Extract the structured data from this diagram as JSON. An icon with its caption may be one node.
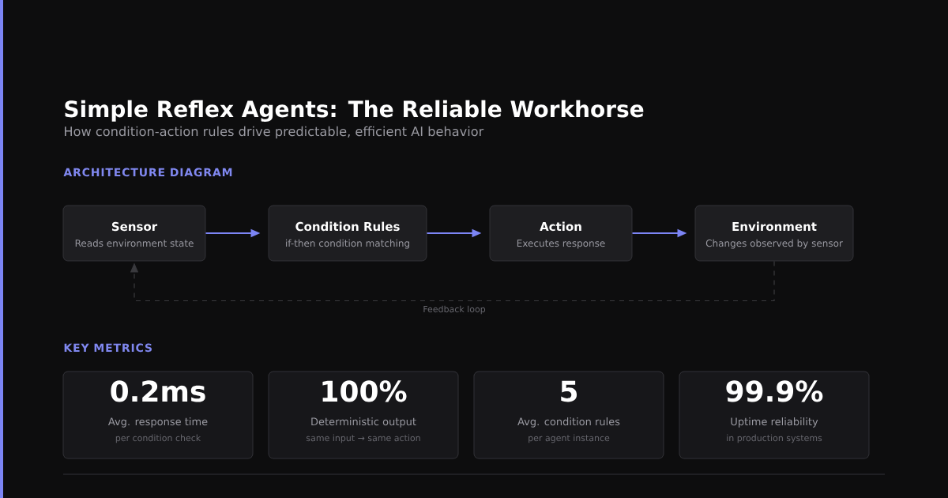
{
  "diagram": {
    "title": "Simple Reflex Agents: The Reliable Workhorse",
    "nodes": [
      {
        "text": [
          "Sensor",
          "Reads environment state"
        ]
      },
      {
        "text": [
          "Condition Rules",
          "if-then condition matching"
        ]
      },
      {
        "text": [
          "Action",
          "Executes response"
        ]
      },
      {
        "text": [
          "Environment",
          "Changes observed by sensor"
        ]
      },
      {
        "text": [
          "0.2ms",
          "Avg. response time",
          "per condition check"
        ]
      },
      {
        "text": [
          "100%",
          "Deterministic output",
          "same input → same action"
        ]
      },
      {
        "text": [
          "5",
          "Avg. condition rules",
          "per agent instance"
        ]
      },
      {
        "text": [
          "99.9%",
          "Uptime reliability",
          "in production systems"
        ]
      }
    ],
    "edges": [
      {
        "from": 0,
        "to": 1,
        "arrow": "to"
      },
      {
        "from": 1,
        "to": 2,
        "arrow": "to"
      },
      {
        "from": 2,
        "to": 3,
        "arrow": "to"
      },
      {
        "from": 3,
        "to": 0,
        "arrow": "to",
        "label": "Feedback loop",
        "style": "dashed",
        "color": "#3a3a3e"
      }
    ],
    "labels": [
      "How condition-action rules drive predictable, efficient AI behavior",
      "ARCHITECTURE DIAGRAM",
      "KEY METRICS"
    ]
  }
}
